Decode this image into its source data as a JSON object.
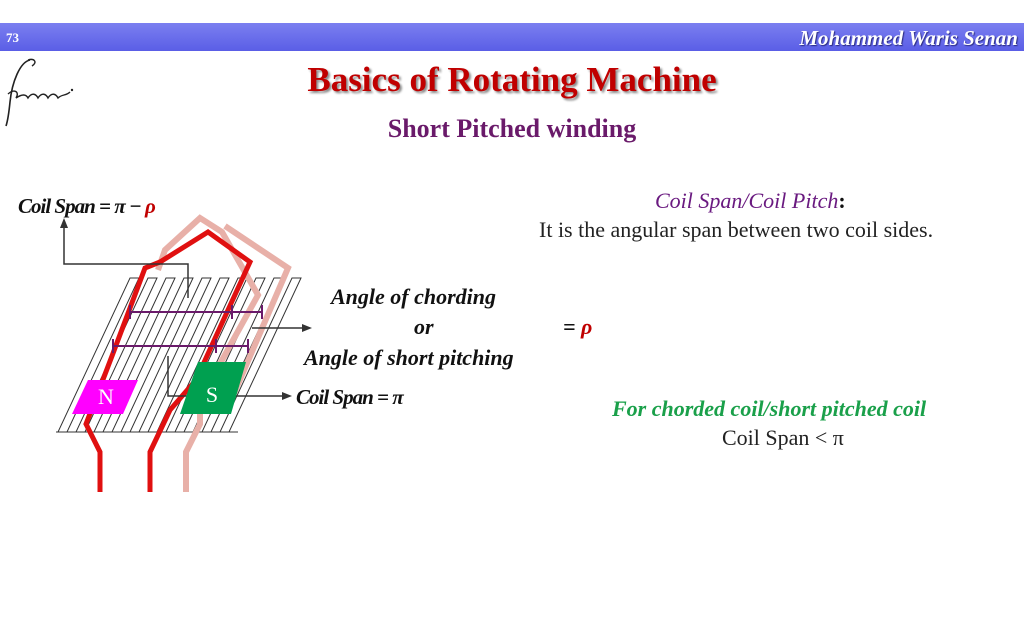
{
  "header": {
    "slide_number": "73",
    "author": "Mohammed Waris Senan"
  },
  "slide": {
    "title": "Basics of Rotating Machine",
    "subtitle": "Short Pitched winding"
  },
  "diagram": {
    "coil_span_formula_label": "Coil Span",
    "coil_span_formula_value": "= π − ",
    "coil_span_formula_rho": "ρ",
    "angle_chording_line1": "Angle of chording",
    "angle_chording_line2": "or",
    "angle_chording_line3": "Angle of short pitching",
    "angle_equals": "= ",
    "angle_rho": "ρ",
    "coil_span_pi": "Coil Span = π",
    "pole_n": "N",
    "pole_s": "S"
  },
  "definition": {
    "term": "Coil Span/Coil Pitch",
    "colon": ":",
    "text": "It is the angular span between two coil sides."
  },
  "chorded_note": {
    "heading": "For chorded coil/short pitched coil",
    "relation": "Coil Span < π"
  },
  "colors": {
    "header_bar": "#5a5ee6",
    "title": "#c00000",
    "subtitle": "#6a1a6a",
    "definition_term": "#6a1a80",
    "chorded_heading": "#1aa04a",
    "rho": "#c00000",
    "pole_n": "#ff00ff",
    "pole_s": "#00a050",
    "coil_red": "#e01010",
    "coil_pink": "#e8b0a8",
    "bracket": "#6a1a6a"
  }
}
